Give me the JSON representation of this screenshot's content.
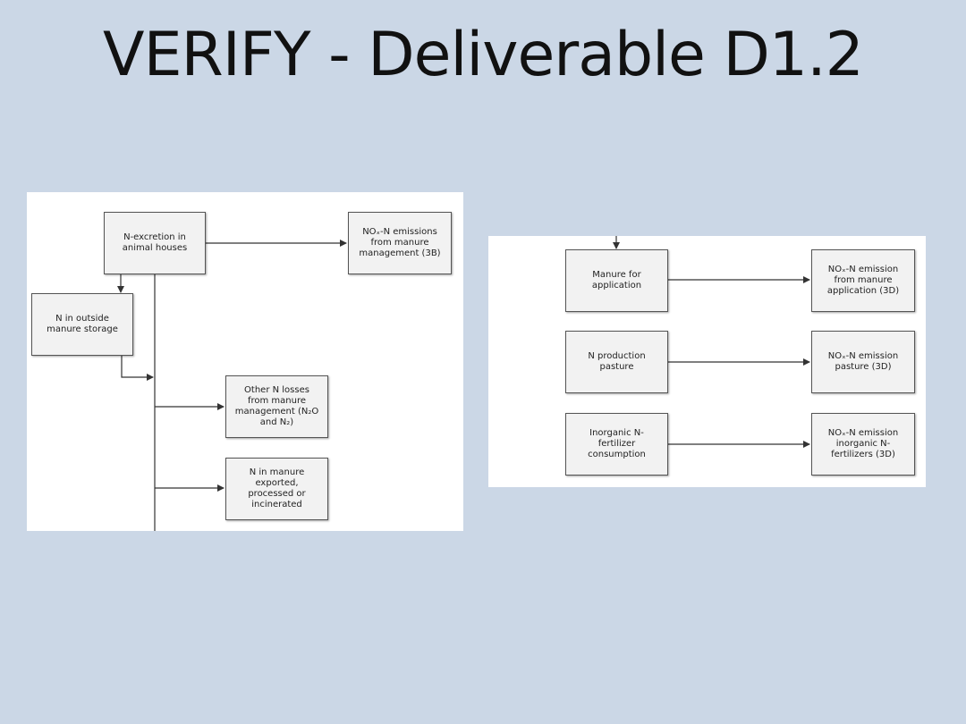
{
  "slide": {
    "title": "VERIFY - Deliverable D1.2"
  },
  "left_diagram": {
    "n_excretion": "N-excretion in\nanimal houses",
    "nox_manure_mgmt": "NOₓ-N emissions\nfrom manure\nmanagement (3B)",
    "outside_storage": "N in outside\nmanure storage",
    "other_losses": "Other N losses\nfrom manure\nmanagement (N₂O\nand N₂)",
    "exported": "N in manure\nexported,\nprocessed or\nincinerated"
  },
  "right_diagram": {
    "manure_application": "Manure for\napplication",
    "nox_manure_application": "NOₓ-N emission\nfrom manure\napplication (3D)",
    "n_pasture": "N production\npasture",
    "nox_pasture": "NOₓ-N emission\npasture (3D)",
    "inorganic_fertilizer": "Inorganic N-\nfertilizer\nconsumption",
    "nox_inorganic": "NOₓ-N emission\ninorganic N-\nfertilizers (3D)"
  }
}
